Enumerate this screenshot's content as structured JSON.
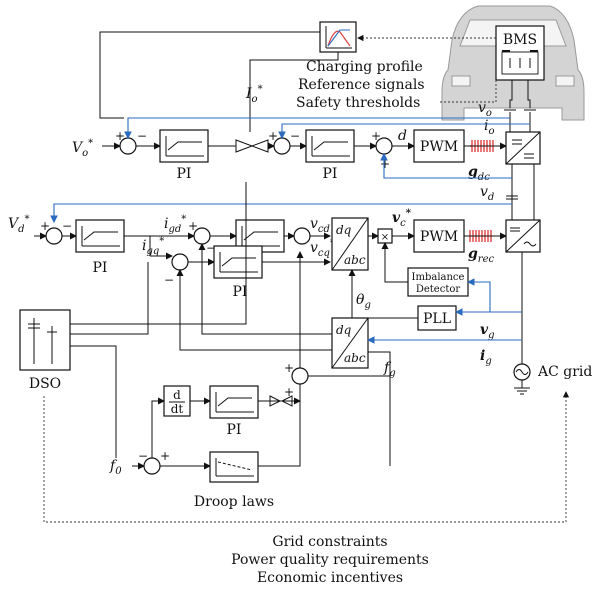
{
  "blocks": {
    "pi": "PI",
    "pwm": "PWM",
    "pll": "PLL",
    "bms": "BMS",
    "dso": "DSO",
    "dq": "dq",
    "abc": "abc",
    "imbalance_line1": "Imbalance",
    "imbalance_line2": "Detector",
    "droop": "Droop laws",
    "ac_grid": "AC grid",
    "deriv_num": "d",
    "deriv_den": "dt"
  },
  "bms_info": {
    "line1": "Charging profile",
    "line2": "Reference signals",
    "line3": "Safety thresholds"
  },
  "dso_info": {
    "line1": "Grid constraints",
    "line2": "Power quality requirements",
    "line3": "Economic incentives"
  },
  "signals": {
    "vo_star": "V",
    "vo_star_sub": "o",
    "vd_star": "V",
    "vd_star_sub": "d",
    "io_star": "I",
    "io_star_sub": "o",
    "vo": "v",
    "vo_sub": "o",
    "io": "i",
    "io_sub": "o",
    "vd": "v",
    "vd_sub": "d",
    "d": "d",
    "gdc": "g",
    "gdc_sub": "dc",
    "grec": "g",
    "grec_sub": "rec",
    "igd": "i",
    "igd_sub": "gd",
    "igq": "i",
    "igq_sub": "gq",
    "vcd": "v",
    "vcd_sub": "cd",
    "vcq": "v",
    "vcq_sub": "cq",
    "vc": "v",
    "vc_sub": "c",
    "theta": "θ",
    "theta_sub": "g",
    "vg": "v",
    "vg_sub": "g",
    "ig": "i",
    "ig_sub": "g",
    "fg": "f",
    "fg_sub": "g",
    "f0": "f",
    "f0_sub": "0",
    "star": "*",
    "plus": "+",
    "minus": "−"
  },
  "icons": [
    "car-icon",
    "battery-icon",
    "charging-profile-icon",
    "transmission-tower-icon",
    "ground-icon",
    "ac-source-icon",
    "converter-icon"
  ],
  "colors": {
    "feedback": "#2a6bbf",
    "pulses": "#e04040",
    "car": "#d4d4d4"
  }
}
